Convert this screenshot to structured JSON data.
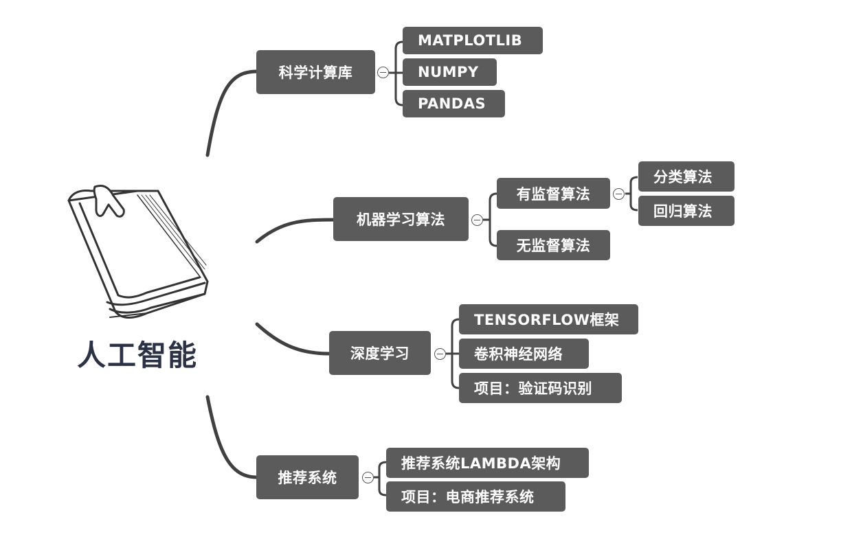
{
  "root": {
    "title": "人工智能",
    "icon": "book-icon"
  },
  "branches": [
    {
      "label": "科学计算库",
      "children": [
        "MATPLOTLIB",
        "NUMPY",
        "PANDAS"
      ]
    },
    {
      "label": "机器学习算法",
      "children": [
        {
          "label": "有监督算法",
          "children": [
            "分类算法",
            "回归算法"
          ]
        },
        {
          "label": "无监督算法"
        }
      ]
    },
    {
      "label": "深度学习",
      "children": [
        "TENSORFLOW框架",
        "卷积神经网络",
        "项目：验证码识别"
      ]
    },
    {
      "label": "推荐系统",
      "children": [
        "推荐系统LAMBDA架构",
        "项目：电商推荐系统"
      ]
    }
  ],
  "colors": {
    "node_bg": "#5b5b5b",
    "node_text": "#ffffff",
    "line": "#404040",
    "root_text": "#2b3245"
  }
}
